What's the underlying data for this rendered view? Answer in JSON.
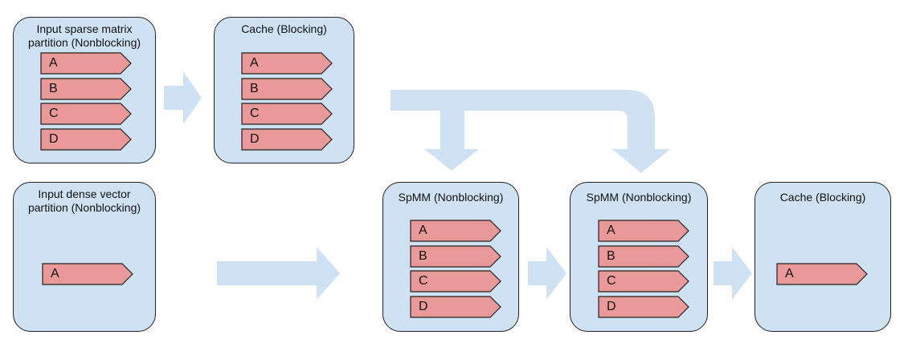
{
  "colors": {
    "box_fill": "#cfe2f3",
    "box_border": "#222222",
    "tag_fill": "#ea9999",
    "tag_border": "#222222",
    "arrow_fill": "#cfe2f3"
  },
  "boxes": {
    "sparse": {
      "title": "Input sparse matrix\npartition (Nonblocking)",
      "tags": [
        "A",
        "B",
        "C",
        "D"
      ]
    },
    "cache1": {
      "title": "Cache (Blocking)",
      "tags": [
        "A",
        "B",
        "C",
        "D"
      ]
    },
    "dense": {
      "title": "Input dense vector\npartition (Nonblocking)",
      "tags": [
        "A"
      ]
    },
    "spmm1": {
      "title": "SpMM (Nonblocking)",
      "tags": [
        "A",
        "B",
        "C",
        "D"
      ]
    },
    "spmm2": {
      "title": "SpMM (Nonblocking)",
      "tags": [
        "A",
        "B",
        "C",
        "D"
      ]
    },
    "cache2": {
      "title": "Cache (Blocking)",
      "tags": [
        "A"
      ]
    }
  }
}
